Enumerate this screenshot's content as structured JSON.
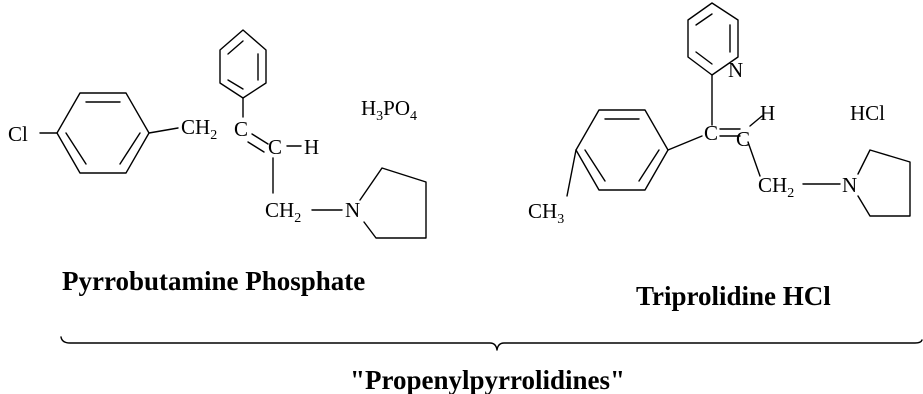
{
  "molecules": [
    {
      "name": "Pyrrobutamine Phosphate",
      "atoms": {
        "cl": "Cl",
        "ch": "CH",
        "ch_sub": "2",
        "c": "C",
        "c2": "C",
        "h": "H",
        "ch2": "CH",
        "ch2_sub": "2",
        "n": "N"
      },
      "salt": {
        "h": "H",
        "h_sub": "3",
        "po": "PO",
        "po_sub": "4"
      }
    },
    {
      "name": "Triprolidine HCl",
      "atoms": {
        "n_ring": "N",
        "c": "C",
        "c2": "C",
        "h": "H",
        "ch3": "CH",
        "ch3_sub": "3",
        "ch2": "CH",
        "ch2_sub": "2",
        "n": "N"
      },
      "salt": {
        "text": "HCl"
      }
    }
  ],
  "class_label": "\"Propenylpyrrolidines\""
}
